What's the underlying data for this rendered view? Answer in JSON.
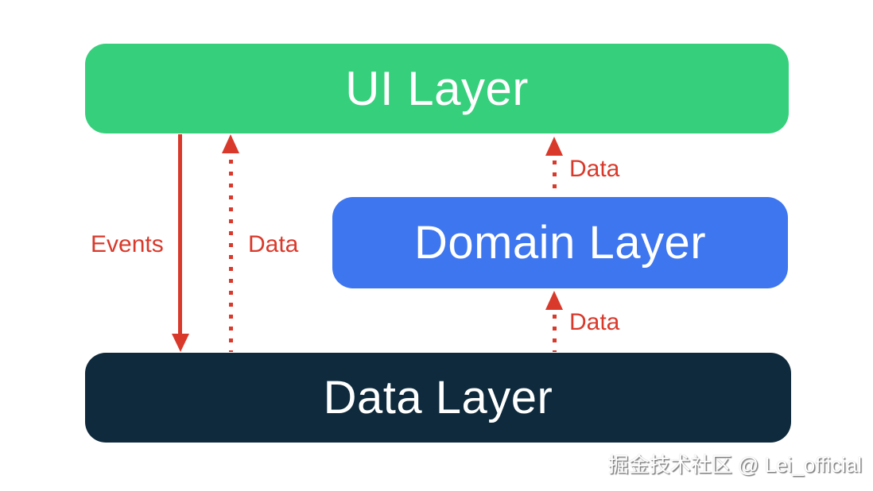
{
  "diagram": {
    "layers": [
      {
        "id": "ui",
        "label": "UI Layer",
        "color": "#36d07c",
        "text_color": "#ffffff"
      },
      {
        "id": "domain",
        "label": "Domain Layer",
        "color": "#3e76f0",
        "text_color": "#ffffff"
      },
      {
        "id": "data",
        "label": "Data Layer",
        "color": "#0e2a3c",
        "text_color": "#ffffff"
      }
    ],
    "arrows": [
      {
        "label": "Events",
        "style": "solid",
        "direction": "down",
        "from": "UI Layer",
        "to": "Data Layer"
      },
      {
        "label": "Data",
        "style": "dotted",
        "direction": "up",
        "from": "Data Layer",
        "to": "UI Layer"
      },
      {
        "label": "Data",
        "style": "dotted",
        "direction": "up",
        "from": "Domain Layer",
        "to": "UI Layer"
      },
      {
        "label": "Data",
        "style": "dotted",
        "direction": "up",
        "from": "Data Layer",
        "to": "Domain Layer"
      }
    ],
    "arrow_color": "#d9392b",
    "background_color": "#ffffff",
    "watermark": "掘金技术社区 @ Lei_official"
  }
}
